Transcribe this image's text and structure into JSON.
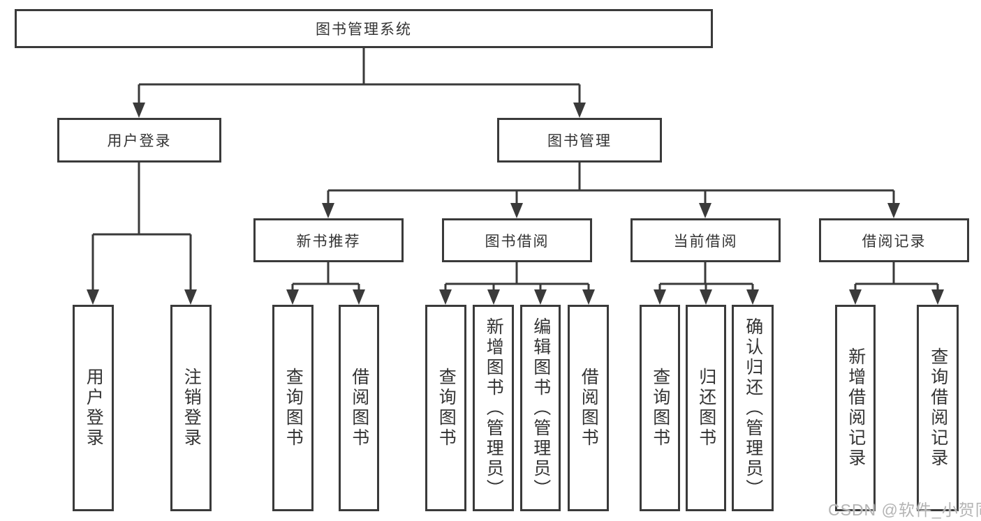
{
  "tree": {
    "label": "图书管理系统",
    "children": [
      {
        "label": "用户登录",
        "children": [
          {
            "label": "用户登录"
          },
          {
            "label": "注销登录"
          }
        ]
      },
      {
        "label": "图书管理",
        "children": [
          {
            "label": "新书推荐",
            "children": [
              {
                "label": "查询图书"
              },
              {
                "label": "借阅图书"
              }
            ]
          },
          {
            "label": "图书借阅",
            "children": [
              {
                "label": "查询图书"
              },
              {
                "label": "新增图书（管理员）"
              },
              {
                "label": "编辑图书（管理员）"
              },
              {
                "label": "借阅图书"
              }
            ]
          },
          {
            "label": "当前借阅",
            "children": [
              {
                "label": "查询图书"
              },
              {
                "label": "归还图书"
              },
              {
                "label": "确认归还（管理员）"
              }
            ]
          },
          {
            "label": "借阅记录",
            "children": [
              {
                "label": "新增借阅记录"
              },
              {
                "label": "查询借阅记录"
              }
            ]
          }
        ]
      }
    ]
  },
  "watermark": {
    "text": "CSDN @软件_小贺同学"
  },
  "colors": {
    "line": "#3a3a3a",
    "text": "#333333",
    "watermark": "#b4b4b4",
    "background": "#ffffff"
  }
}
